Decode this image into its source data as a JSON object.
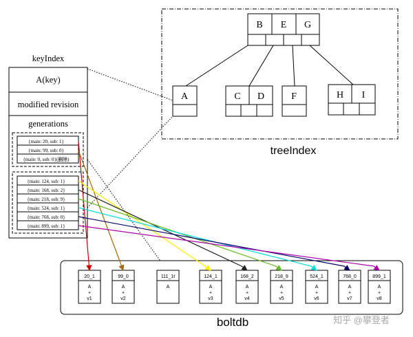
{
  "tree_index": {
    "label": "treeIndex",
    "root_keys": [
      "B",
      "E",
      "G"
    ],
    "leaves": [
      {
        "keys": [
          "A"
        ]
      },
      {
        "keys": [
          "C",
          "D"
        ]
      },
      {
        "keys": [
          "F"
        ]
      },
      {
        "keys": [
          "H",
          "I"
        ]
      }
    ]
  },
  "key_index": {
    "title": "keyIndex",
    "key_label": "A(key)",
    "modified_label": "modified revision",
    "generations_label": "generations",
    "generations": [
      {
        "revisions": [
          "{main: 20, sub: 1}",
          "{main: 99, sub: 0}",
          "{main: 0, sub: 0}(删除)"
        ]
      },
      {
        "revisions": [
          "{main: 124, sub: 1}",
          "{main: 168, sub: 2}",
          "{main: 218, sub: 9}",
          "{main: 524, sub: 1}",
          "{main: 768, sub: 0}",
          "{main: 899, sub: 1}"
        ]
      }
    ]
  },
  "boltdb": {
    "label": "boltdb",
    "records": [
      {
        "key": "20_1",
        "lines": [
          "A",
          "+",
          "v1"
        ]
      },
      {
        "key": "99_0",
        "lines": [
          "A",
          "+",
          "v2"
        ]
      },
      {
        "key": "111_1t",
        "lines": [
          "A"
        ]
      },
      {
        "key": "124_1",
        "lines": [
          "A",
          "+",
          "v3"
        ]
      },
      {
        "key": "168_2",
        "lines": [
          "A",
          "+",
          "v4"
        ]
      },
      {
        "key": "218_9",
        "lines": [
          "A",
          "+",
          "v5"
        ]
      },
      {
        "key": "524_1",
        "lines": [
          "A",
          "+",
          "v6"
        ]
      },
      {
        "key": "768_0",
        "lines": [
          "A",
          "+",
          "v7"
        ]
      },
      {
        "key": "899_1",
        "lines": [
          "A",
          "+",
          "v8"
        ]
      }
    ]
  },
  "arrow_colors": [
    "#cc0000",
    "#aa6600",
    "#000000",
    "#ffee00",
    "#222222",
    "#66bb22",
    "#00dddd",
    "#000066",
    "#aa00aa"
  ],
  "watermark": "知乎 @攀登者"
}
